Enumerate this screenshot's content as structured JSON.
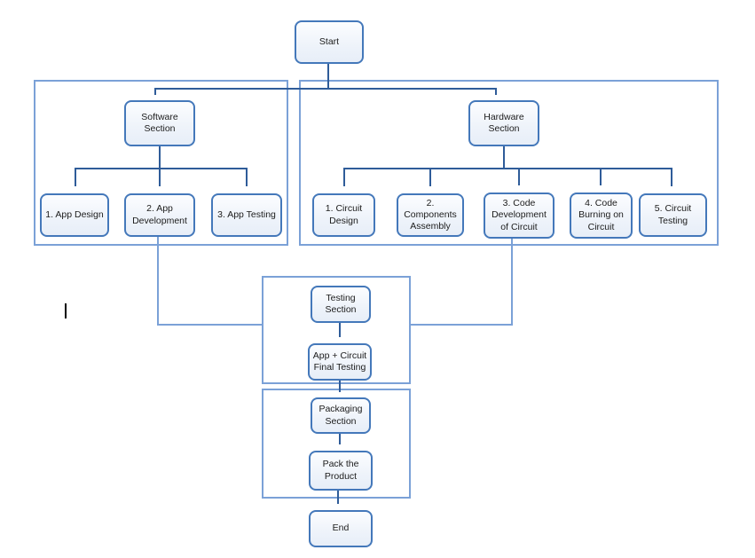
{
  "nodes": {
    "start": {
      "label": "Start"
    },
    "software_section": {
      "label": "Software Section"
    },
    "hardware_section": {
      "label": "Hardware Section"
    },
    "app_design": {
      "label": "1. App Design"
    },
    "app_development": {
      "label": "2. App Development"
    },
    "app_testing": {
      "label": "3. App Testing"
    },
    "circuit_design": {
      "label": "1. Circuit Design"
    },
    "components_assembly": {
      "label": "2. Components Assembly"
    },
    "code_development": {
      "label": "3. Code Development of Circuit"
    },
    "code_burning": {
      "label": "4. Code Burning on Circuit"
    },
    "circuit_testing": {
      "label": "5. Circuit Testing"
    },
    "testing_section": {
      "label": "Testing Section"
    },
    "app_circuit_final": {
      "label": "App + Circuit Final Testing"
    },
    "packaging_section": {
      "label": "Packaging Section"
    },
    "pack_product": {
      "label": "Pack the Product"
    },
    "end": {
      "label": "End"
    }
  },
  "colors": {
    "node_shadow": "#4e80bd",
    "node_border": "#4478ba",
    "node_fill": "#eef3fa",
    "container_border": "#7ba1d7",
    "connector_dark": "#2f5c99",
    "text": "#1c1c1c"
  }
}
